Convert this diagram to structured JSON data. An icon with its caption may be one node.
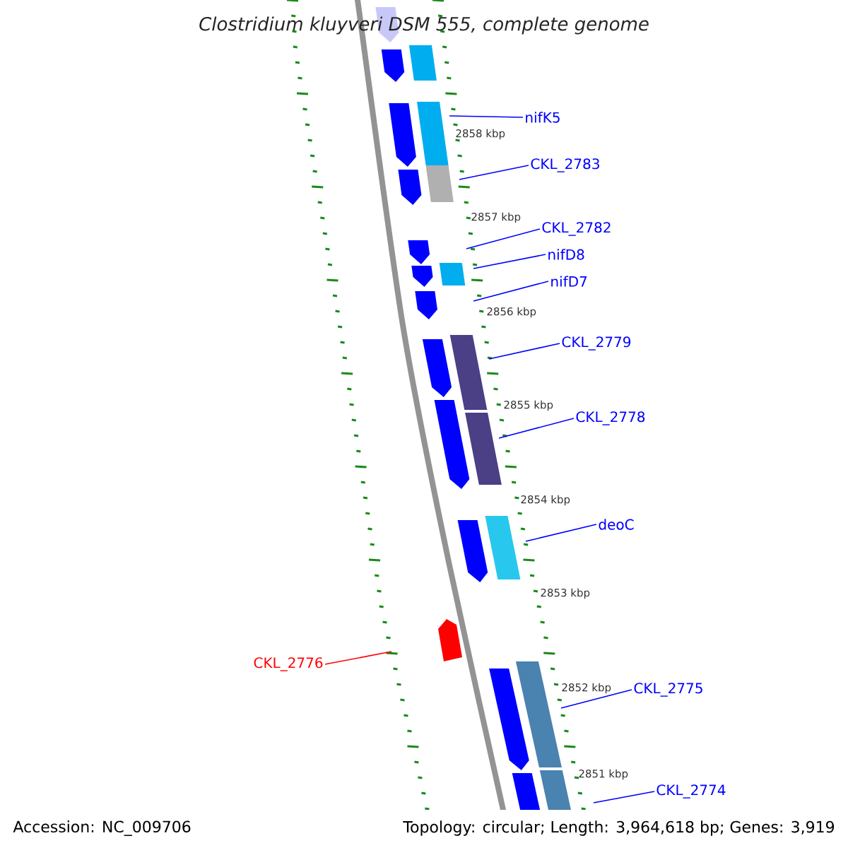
{
  "diagram": {
    "title": "Clostridium kluyveri DSM 555, complete genome",
    "nodes": [
      {
        "text": [
          "nifK5"
        ]
      },
      {
        "text": [
          "CKL_2783"
        ]
      },
      {
        "text": [
          "CKL_2782"
        ]
      },
      {
        "text": [
          "nifD8"
        ]
      },
      {
        "text": [
          "nifD7"
        ]
      },
      {
        "text": [
          "CKL_2779"
        ]
      },
      {
        "text": [
          "CKL_2778"
        ]
      },
      {
        "text": [
          "deoC"
        ]
      },
      {
        "text": [
          "CKL_2776"
        ]
      },
      {
        "text": [
          "CKL_2775"
        ]
      },
      {
        "text": [
          "CKL_2774"
        ]
      }
    ],
    "edges": [
      {
        "from": 0,
        "to": null,
        "arrow": "none"
      },
      {
        "from": 1,
        "to": null,
        "arrow": "none"
      },
      {
        "from": 2,
        "to": null,
        "arrow": "none"
      },
      {
        "from": 3,
        "to": null,
        "arrow": "none"
      },
      {
        "from": 4,
        "to": null,
        "arrow": "none"
      },
      {
        "from": 5,
        "to": null,
        "arrow": "none"
      },
      {
        "from": 6,
        "to": null,
        "arrow": "none"
      },
      {
        "from": 7,
        "to": null,
        "arrow": "none"
      },
      {
        "from": 8,
        "to": null,
        "arrow": "none",
        "color": "#ff0000"
      },
      {
        "from": 9,
        "to": null,
        "arrow": "none"
      },
      {
        "from": 10,
        "to": null,
        "arrow": "none"
      }
    ],
    "labels": [
      "2858 kbp",
      "2857 kbp",
      "2856 kbp",
      "2855 kbp",
      "2854 kbp",
      "2853 kbp",
      "2852 kbp",
      "2851 kbp",
      "Accession: NC_009706",
      "Topology: circular; Length: 3,964,618 bp; Genes: 3,919"
    ]
  }
}
